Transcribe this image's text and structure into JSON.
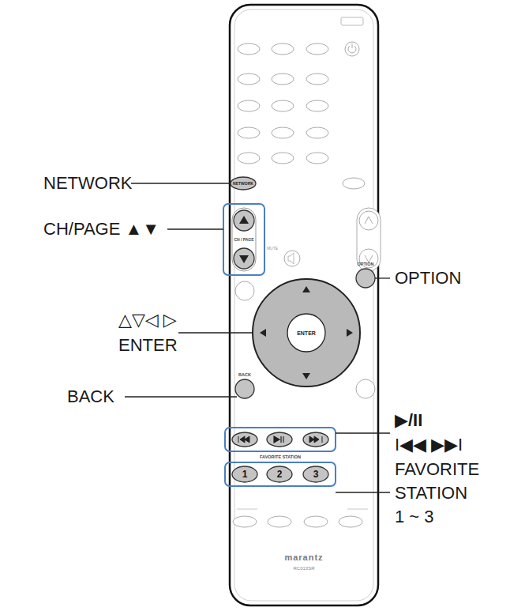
{
  "diagram": {
    "labels": [
      "NETWORK",
      "CH/PAGE ▲▼",
      "△▽◁ ▷",
      "ENTER",
      "BACK",
      "OPTION",
      "▶/II",
      "I◀◀ ▶▶I",
      "FAVORITE",
      "STATION",
      "1 ~ 3",
      "NETWORK",
      "CH / PAGE",
      "MUTE",
      "OPTION",
      "ENTER",
      "BACK",
      "FAVORITE STATION",
      "1",
      "2",
      "3",
      "marantz",
      "RC013SR"
    ]
  }
}
